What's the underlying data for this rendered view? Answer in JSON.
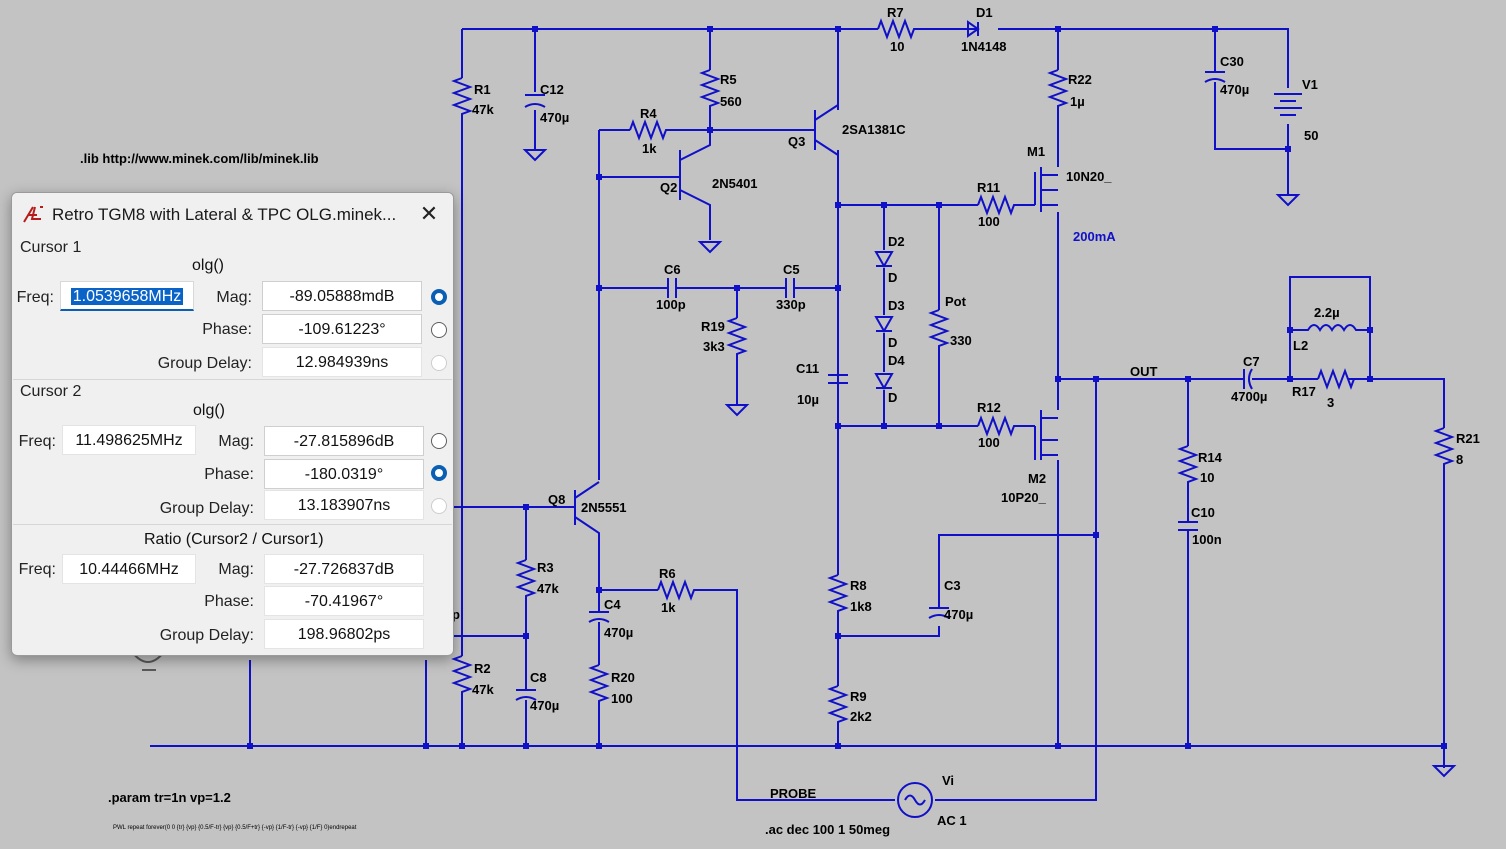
{
  "schematic": {
    "components": [
      {
        "ref": "R1",
        "value": "47k"
      },
      {
        "ref": "C12",
        "value": "470µ"
      },
      {
        "ref": "R5",
        "value": "560"
      },
      {
        "ref": "R4",
        "value": "1k"
      },
      {
        "ref": "Q2",
        "value": "2N5401"
      },
      {
        "ref": "Q3",
        "value": "2SA1381C"
      },
      {
        "ref": "R7",
        "value": "10"
      },
      {
        "ref": "D1",
        "value": "1N4148"
      },
      {
        "ref": "R22",
        "value": "1µ"
      },
      {
        "ref": "C30",
        "value": "470µ"
      },
      {
        "ref": "V1",
        "value": "50"
      },
      {
        "ref": "M1",
        "value": "10N20_"
      },
      {
        "ref": "R11",
        "value": "100"
      },
      {
        "ref": "D2",
        "value": "D"
      },
      {
        "ref": "D3",
        "value": "D"
      },
      {
        "ref": "D4",
        "value": "D"
      },
      {
        "ref": "Pot",
        "value": "330"
      },
      {
        "ref": "C6",
        "value": "100p"
      },
      {
        "ref": "C5",
        "value": "330p"
      },
      {
        "ref": "R19",
        "value": "3k3"
      },
      {
        "ref": "C11",
        "value": "10µ"
      },
      {
        "ref": "R12",
        "value": "100"
      },
      {
        "ref": "M2",
        "value": "10P20_"
      },
      {
        "ref": "L2",
        "value": "2.2µ"
      },
      {
        "ref": "C7",
        "value": "4700µ"
      },
      {
        "ref": "R17",
        "value": "3"
      },
      {
        "ref": "R21",
        "value": "8"
      },
      {
        "ref": "R14",
        "value": "10"
      },
      {
        "ref": "C10",
        "value": "100n"
      },
      {
        "ref": "Q8",
        "value": "2N5551"
      },
      {
        "ref": "R3",
        "value": "47k"
      },
      {
        "ref": "C4",
        "value": "470µ"
      },
      {
        "ref": "R6",
        "value": "1k"
      },
      {
        "ref": "R8",
        "value": "1k8"
      },
      {
        "ref": "C3",
        "value": "470µ"
      },
      {
        "ref": "R9",
        "value": "2k2"
      },
      {
        "ref": "R2",
        "value": "47k"
      },
      {
        "ref": "C8",
        "value": "470µ"
      },
      {
        "ref": "R20",
        "value": "100"
      },
      {
        "ref": "Vi",
        "value": "AC 1"
      }
    ],
    "net_out": "OUT",
    "net_probe": "PROBE",
    "current_annotation": "200mA",
    "lib_directive": ".lib http://www.minek.com/lib/minek.lib",
    "param_directive": ".param tr=1n vp=1.2",
    "pwl_directive": "PWL repeat forever(0 0 {tr} {vp} {0.5/F-tr} {vp} {0.5/F+tr} {-vp} {1/F-tr} {-vp} {1/F} 0)endrepeat",
    "ac_directive": ".ac dec 100 1 50meg",
    "partial_label": "p"
  },
  "dialog": {
    "title": "Retro TGM8 with Lateral & TPC OLG.minek...",
    "close_glyph": "✕",
    "cursor1": {
      "heading": "Cursor 1",
      "expr": "olg()",
      "freq_label": "Freq:",
      "freq": "1.0539658MHz",
      "mag_label": "Mag:",
      "mag": "-89.05888mdB",
      "phase_label": "Phase:",
      "phase": "-109.61223°",
      "gd_label": "Group Delay:",
      "gd": "12.984939ns",
      "selected": "mag"
    },
    "cursor2": {
      "heading": "Cursor 2",
      "expr": "olg()",
      "freq_label": "Freq:",
      "freq": "11.498625MHz",
      "mag_label": "Mag:",
      "mag": "-27.815896dB",
      "phase_label": "Phase:",
      "phase": "-180.0319°",
      "gd_label": "Group Delay:",
      "gd": "13.183907ns",
      "selected": "phase"
    },
    "ratio": {
      "heading": "Ratio (Cursor2 / Cursor1)",
      "freq_label": "Freq:",
      "freq": "10.44466MHz",
      "mag_label": "Mag:",
      "mag": "-27.726837dB",
      "phase_label": "Phase:",
      "phase": "-70.41967°",
      "gd_label": "Group Delay:",
      "gd": "198.96802ps"
    }
  },
  "colors": {
    "wire": "#1010c8",
    "background": "#c3c3c3",
    "accent": "#0a5fb4"
  }
}
